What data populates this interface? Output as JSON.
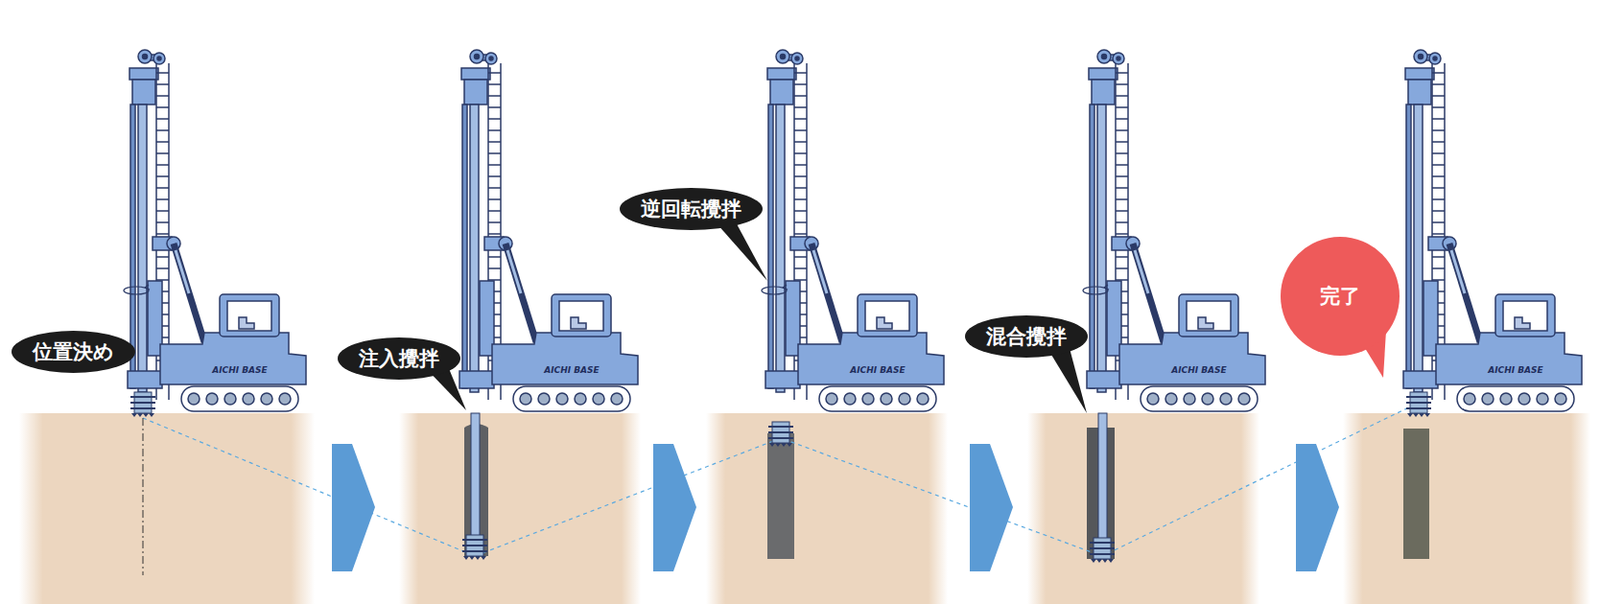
{
  "diagram": {
    "nodes": [
      {
        "text": [
          "位置決め"
        ]
      },
      {
        "text": [
          "注入攪拌"
        ]
      },
      {
        "text": [
          "逆回転攪拌"
        ]
      },
      {
        "text": [
          "混合攪拌"
        ]
      },
      {
        "text": [
          "完了"
        ]
      }
    ],
    "labels": [
      "AICHI BASE",
      "AICHI BASE",
      "AICHI BASE",
      "AICHI BASE",
      "AICHI BASE"
    ]
  }
}
